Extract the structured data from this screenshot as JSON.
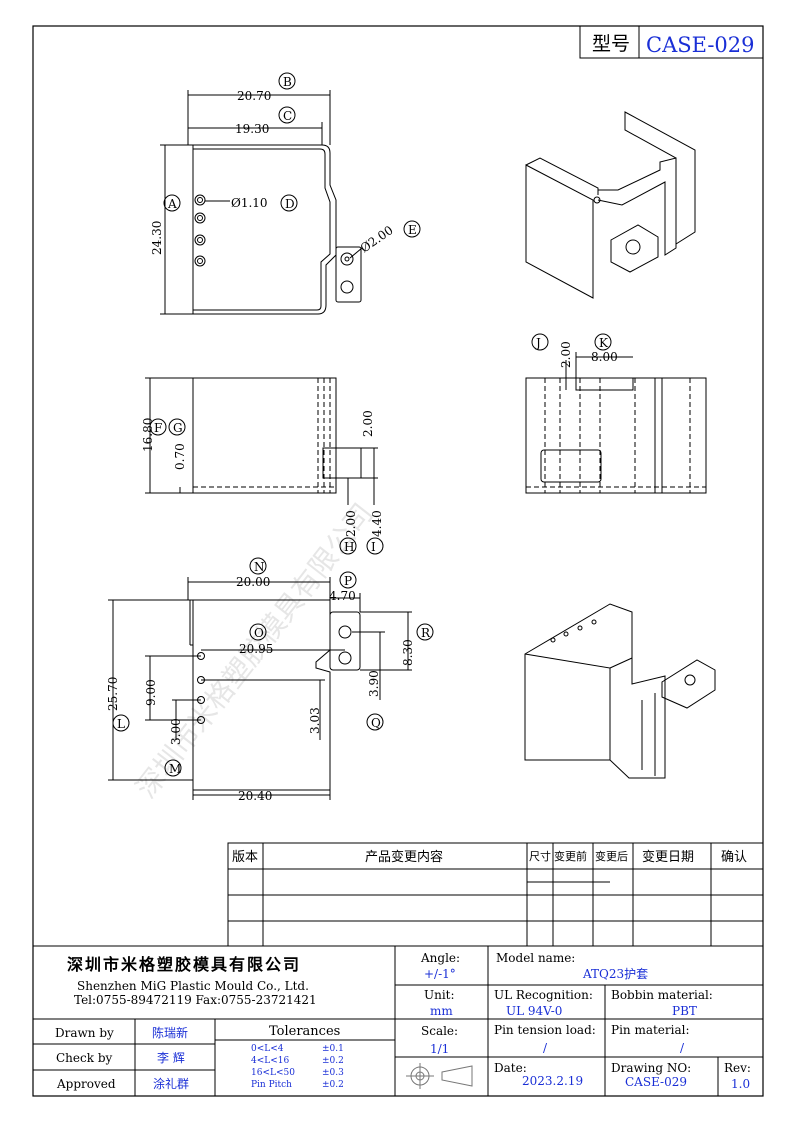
{
  "title_block": {
    "type_label": "型号",
    "type_value": "CASE-029"
  },
  "dims": {
    "B": "20.70",
    "C": "19.30",
    "A": "24.30",
    "D": "Ø1.10",
    "E": "Ø2.00",
    "F": "16.80",
    "G": "0.70",
    "H": "2.00",
    "I": "4.40",
    "top_2": "2.00",
    "J": "2.00",
    "K": "8.00",
    "N": "20.00",
    "P": "4.70",
    "O": "20.95",
    "R": "8.30",
    "Q": "3.90",
    "L": "25.70",
    "M": "3.00",
    "nine": "9.00",
    "three03": "3.03",
    "bottom": "20.40"
  },
  "callouts": [
    "A",
    "B",
    "C",
    "D",
    "E",
    "F",
    "G",
    "H",
    "I",
    "J",
    "K",
    "L",
    "M",
    "N",
    "O",
    "P",
    "Q",
    "R"
  ],
  "watermark": "深圳市米格塑胶模具有限公司",
  "revision_table": {
    "headers": [
      "版本",
      "产品变更内容",
      "尺寸",
      "变更前",
      "变更后",
      "变更日期",
      "确认"
    ]
  },
  "company": {
    "name_cn": "深圳市米格塑胶模具有限公司",
    "name_en": "Shenzhen MiG Plastic Mould Co., Ltd.",
    "contact": "Tel:0755-89472119   Fax:0755-23721421"
  },
  "fields": {
    "angle_label": "Angle:",
    "angle_value": "+/-1°",
    "unit_label": "Unit:",
    "unit_value": "mm",
    "scale_label": "Scale:",
    "scale_value": "1/1",
    "model_label": "Model name:",
    "model_value": "ATQ23护套",
    "ul_label": "UL Recognition:",
    "ul_value": "UL 94V-0",
    "bobbin_label": "Bobbin material:",
    "bobbin_value": "PBT",
    "pin_tension_label": "Pin tension load:",
    "pin_tension_value": "/",
    "pin_material_label": "Pin material:",
    "pin_material_value": "/",
    "date_label": "Date:",
    "date_value": "2023.2.19",
    "drawing_no_label": "Drawing NO:",
    "drawing_no_value": "CASE-029",
    "rev_label": "Rev:",
    "rev_value": "1.0"
  },
  "approvals": {
    "drawn_label": "Drawn by",
    "drawn_value": "陈瑞新",
    "check_label": "Check by",
    "check_value": "李 辉",
    "approved_label": "Approved",
    "approved_value": "涂礼群",
    "tolerances_title": "Tolerances",
    "tol_rows": [
      {
        "range": "0<L<4",
        "tol": "±0.1"
      },
      {
        "range": "4<L<16",
        "tol": "±0.2"
      },
      {
        "range": "16<L<50",
        "tol": "±0.3"
      },
      {
        "range": "Pin Pitch",
        "tol": "±0.2"
      }
    ]
  }
}
